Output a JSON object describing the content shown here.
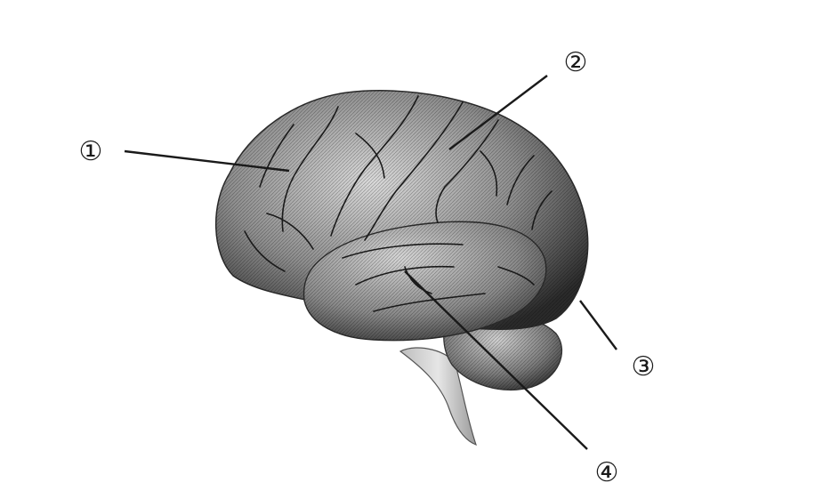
{
  "labels": [
    {
      "id": "1",
      "text": "①"
    },
    {
      "id": "2",
      "text": "②"
    },
    {
      "id": "3",
      "text": "③"
    },
    {
      "id": "4",
      "text": "④"
    }
  ]
}
